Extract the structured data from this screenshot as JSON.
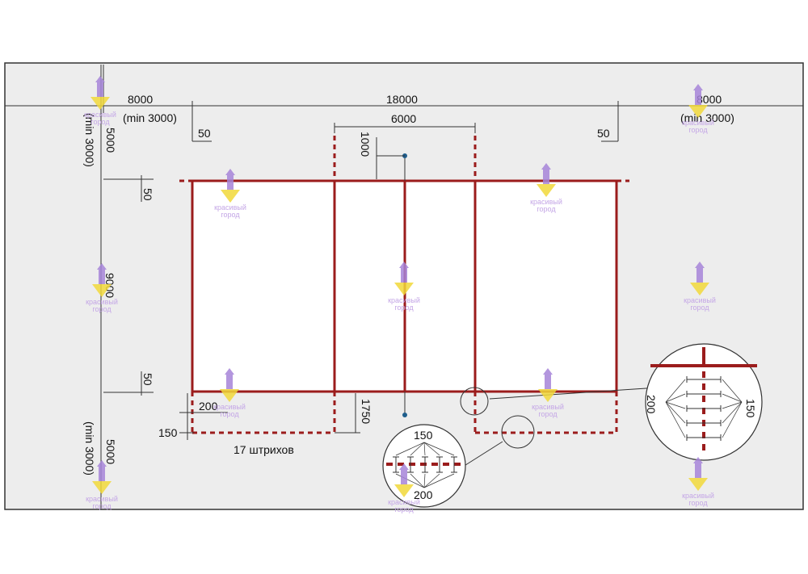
{
  "diagram": {
    "dimensions": {
      "left_zone": "8000",
      "left_zone_min": "(min 3000)",
      "court_length": "18000",
      "attack_zone": "6000",
      "right_zone": "8000",
      "right_zone_min": "(min 3000)",
      "top_zone": "5000",
      "top_zone_min": "(min 3000)",
      "court_width": "9000",
      "bottom_zone": "5000",
      "bottom_zone_min": "(min 3000)",
      "line_left": "50",
      "line_right": "50",
      "line_top": "50",
      "line_bottom": "50",
      "pole_offset": "1000",
      "service_dash": "200",
      "service_gap": "150",
      "service_depth": "1750",
      "dash_count": "17 штрихов"
    },
    "detail_bottom": {
      "top_value": "150",
      "bottom_value": "200"
    },
    "detail_right": {
      "left_value": "200",
      "right_value": "150"
    },
    "watermark": {
      "line1": "красивый",
      "line2": "город"
    },
    "colors": {
      "line": "#9b1c1c",
      "frame": "#333333",
      "background": "#ededed"
    }
  }
}
